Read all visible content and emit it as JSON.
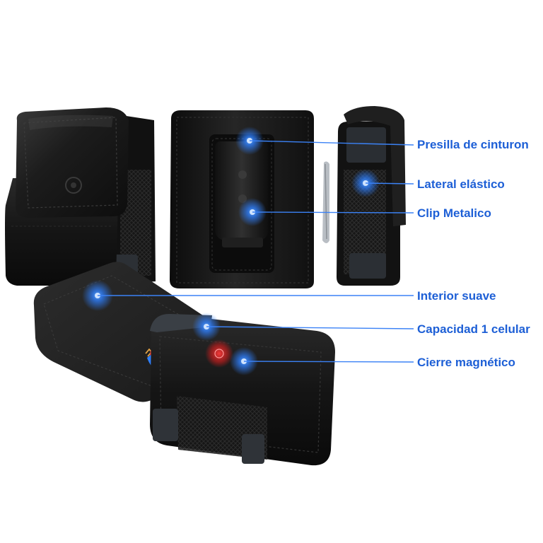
{
  "colors": {
    "label_text": "#1d5fd6",
    "leader_line": "#3b82f6",
    "glow": "#2f80ff",
    "leather": "#161616"
  },
  "icons": {
    "magnet": "horseshoe-magnet-icon",
    "magnet_indicator": "magnetic-field-icon",
    "brand_logo": "brand-logo-emboss"
  },
  "callouts": [
    {
      "label": "Presilla de cinturon"
    },
    {
      "label": "Lateral elástico"
    },
    {
      "label": "Clip Metalico"
    },
    {
      "label": "Interior suave"
    },
    {
      "label": "Capacidad 1 celular"
    },
    {
      "label": "Cierre magnético"
    }
  ]
}
